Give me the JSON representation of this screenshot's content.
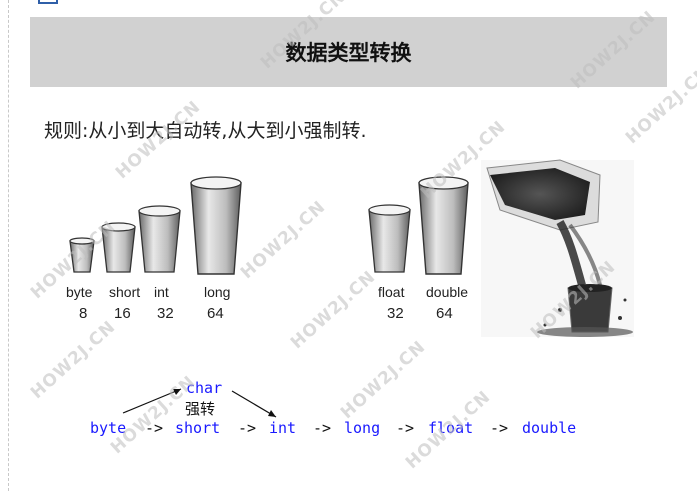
{
  "title": "数据类型转换",
  "rule": "规则:从小到大自动转,从大到小强制转.",
  "cups_left": [
    {
      "name": "byte",
      "bits": "8"
    },
    {
      "name": "short",
      "bits": "16"
    },
    {
      "name": "int",
      "bits": "32"
    },
    {
      "name": "long",
      "bits": "64"
    }
  ],
  "cups_right": [
    {
      "name": "float",
      "bits": "32"
    },
    {
      "name": "double",
      "bits": "64"
    }
  ],
  "chain": {
    "char": "char",
    "force_label": "强转",
    "byte": "byte",
    "short": "short",
    "int": "int",
    "long": "long",
    "float": "float",
    "double": "double",
    "arrow": "->"
  },
  "watermark": "HOW2J.CN",
  "colors": {
    "title_bg": "#d1d1d1",
    "code_blue": "#1a1aff"
  }
}
